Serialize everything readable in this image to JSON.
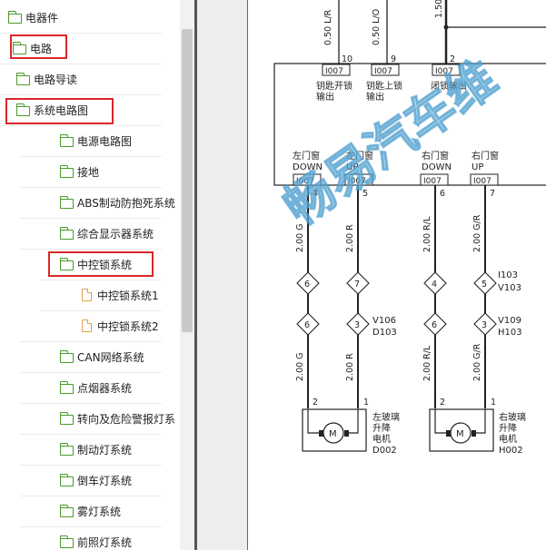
{
  "sidebar": {
    "items": [
      {
        "label": "电器件",
        "icon": "folder-icon"
      },
      {
        "label": "电路",
        "icon": "folder-open-icon"
      },
      {
        "label": "电路导读",
        "icon": "folder-icon"
      },
      {
        "label": "系统电路图",
        "icon": "folder-open-icon"
      },
      {
        "label": "电源电路图",
        "icon": "folder-icon"
      },
      {
        "label": "接地",
        "icon": "folder-icon"
      },
      {
        "label": "ABS制动防抱死系统",
        "icon": "folder-icon"
      },
      {
        "label": "综合显示器系统",
        "icon": "folder-icon"
      },
      {
        "label": "中控锁系统",
        "icon": "folder-open-icon"
      },
      {
        "label": "中控锁系统1",
        "icon": "document-icon"
      },
      {
        "label": "中控锁系统2",
        "icon": "document-icon"
      },
      {
        "label": "CAN网络系统",
        "icon": "folder-icon"
      },
      {
        "label": "点烟器系统",
        "icon": "folder-icon"
      },
      {
        "label": "转向及危险警报灯系",
        "icon": "folder-icon"
      },
      {
        "label": "制动灯系统",
        "icon": "folder-icon"
      },
      {
        "label": "倒车灯系统",
        "icon": "folder-icon"
      },
      {
        "label": "雾灯系统",
        "icon": "folder-icon"
      },
      {
        "label": "前照灯系统",
        "icon": "folder-icon"
      }
    ]
  },
  "diagram": {
    "top_wires": [
      {
        "spec": "0.50 L/R",
        "pin": "10",
        "conn": "I007",
        "label1": "钥匙开锁",
        "label2": "输出"
      },
      {
        "spec": "0.50 L/O",
        "pin": "9",
        "conn": "I007",
        "label1": "钥匙上锁",
        "label2": "输出"
      },
      {
        "spec": "1.50",
        "pin": "2",
        "conn": "I007",
        "label1": "闭锁输出",
        "label2": ""
      }
    ],
    "window_outputs": [
      {
        "label1": "左门窗",
        "label2": "DOWN",
        "conn": "I007",
        "pin": "4",
        "spec": "2.00 G"
      },
      {
        "label1": "左门窗",
        "label2": "UP",
        "conn": "I007",
        "pin": "5",
        "spec": "2.00 R"
      },
      {
        "label1": "右门窗",
        "label2": "DOWN",
        "conn": "I007",
        "pin": "6",
        "spec": "2.00 R/L"
      },
      {
        "label1": "右门窗",
        "label2": "UP",
        "conn": "I007",
        "pin": "7",
        "spec": "2.00 G/R"
      }
    ],
    "inline_connectors": [
      {
        "upper_pins": [
          "6",
          "7"
        ],
        "lower_pins": [
          "6",
          "3"
        ],
        "upper_code": "",
        "lower_code1": "V106",
        "lower_code2": "D103"
      },
      {
        "upper_pins": [
          "4",
          "5"
        ],
        "lower_pins": [
          "6",
          "3"
        ],
        "upper_code1": "I103",
        "upper_code2": "V103",
        "lower_code1": "V109",
        "lower_code2": "H103"
      }
    ],
    "lower_specs": [
      "2.00 G",
      "2.00 R",
      "2.00 R/L",
      "2.00 G/R"
    ],
    "motors": [
      {
        "symbol": "M",
        "pin_left": "2",
        "pin_right": "1",
        "name1": "左玻璃",
        "name2": "升降",
        "name3": "电机",
        "code": "D002"
      },
      {
        "symbol": "M",
        "pin_left": "2",
        "pin_right": "1",
        "name1": "右玻璃",
        "name2": "升降",
        "name3": "电机",
        "code": "H002"
      }
    ],
    "watermark": "畅易汽车维"
  }
}
